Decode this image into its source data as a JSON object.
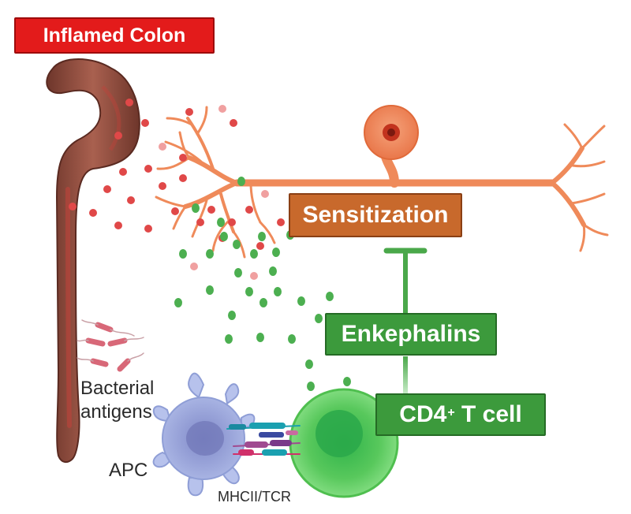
{
  "labels": {
    "inflamed_colon": "Inflamed Colon",
    "sensitization": "Sensitization",
    "enkephalins": "Enkephalins",
    "cd4_main": "CD4",
    "cd4_sup": "+",
    "cd4_rest": " T cell",
    "bacterial_line1": "Bacterial",
    "bacterial_line2": "antigens",
    "apc": "APC",
    "mhc_tcr": "MHCII/TCR"
  },
  "colors": {
    "colon": "#8b4a3c",
    "neuron": "#ef8a5a",
    "red_particle": "#e04848",
    "green_particle": "#4caf50",
    "apc_cell": "#8f9ed6",
    "t_cell": "#6dd36d",
    "bacteria": "#d86878"
  }
}
